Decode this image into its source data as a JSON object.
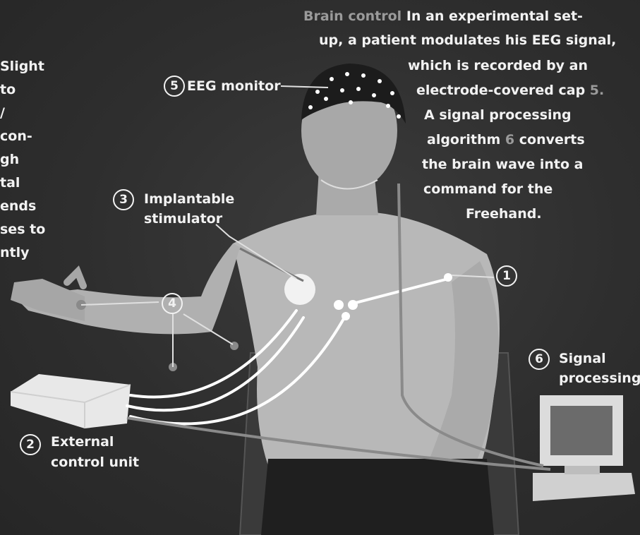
{
  "intro": {
    "heading": "Brain control",
    "lines": [
      "In an experimental set-",
      "up, a patient modulates his EEG signal,",
      "which is recorded by an",
      "electrode-covered cap",
      "A signal processing",
      "algorithm",
      "converts",
      "the brain wave into a",
      "command for the",
      "Freehand."
    ],
    "ref_cap": "5.",
    "ref_algo": "6"
  },
  "left_fragments": [
    "Slight",
    "to",
    "/",
    "con-",
    "gh",
    "tal",
    "ends",
    "ses to",
    "ntly"
  ],
  "labels": {
    "eeg_num": "5",
    "eeg": "EEG monitor",
    "stim_num": "3",
    "stim_line1": "Implantable",
    "stim_line2": "stimulator",
    "elec_num": "4",
    "chest_num": "1",
    "ctrl_num": "2",
    "ctrl_line1": "External",
    "ctrl_line2": "control unit",
    "sig_num": "6",
    "sig_line1": "Signal",
    "sig_line2": "processing"
  },
  "colors": {
    "text": "#f2f2f2",
    "highlight": "#9a9a9a",
    "background": "#2f2f2f"
  }
}
